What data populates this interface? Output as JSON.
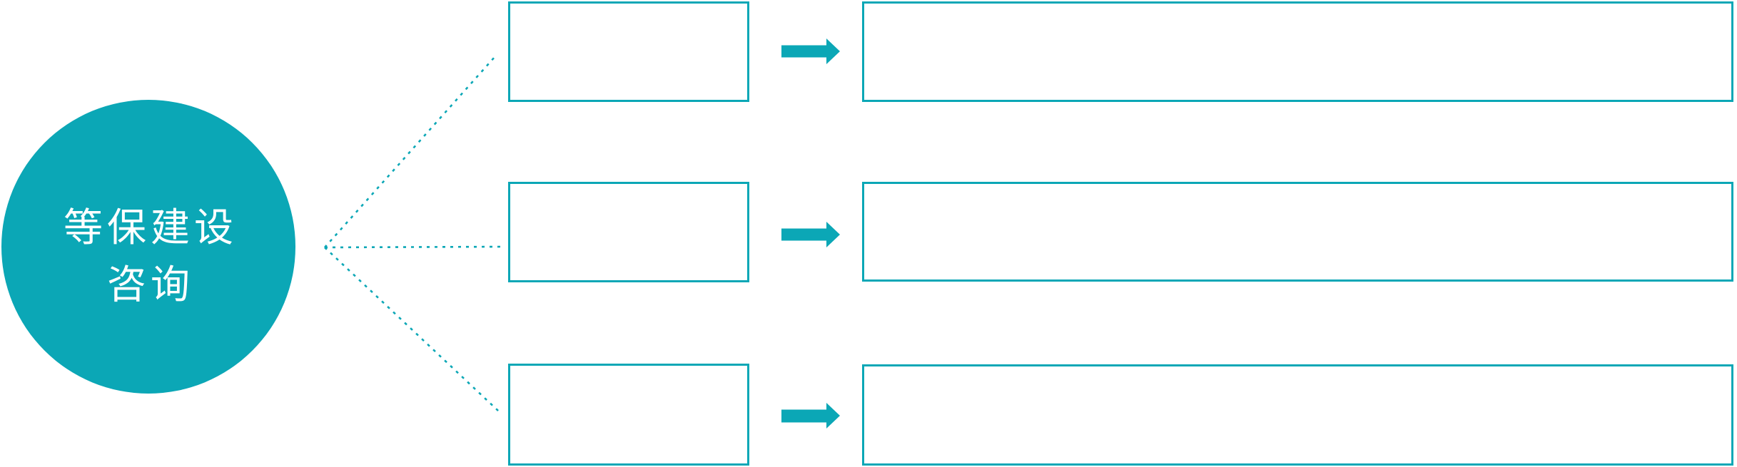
{
  "diagram": {
    "center_node": {
      "line1": "等保建设",
      "line2": "咨询"
    },
    "rows": [
      {
        "name": "row-1",
        "mid_label": "",
        "right_label": ""
      },
      {
        "name": "row-2",
        "mid_label": "",
        "right_label": ""
      },
      {
        "name": "row-3",
        "mid_label": "",
        "right_label": ""
      }
    ]
  },
  "icons": {
    "arrow": "right-block-arrow",
    "connector": "dashed-line"
  },
  "colors": {
    "accent": "#0BA7B6",
    "node_text": "#FFFFFF",
    "box_fill": "#FFFFFF",
    "background": "#FFFFFF"
  }
}
